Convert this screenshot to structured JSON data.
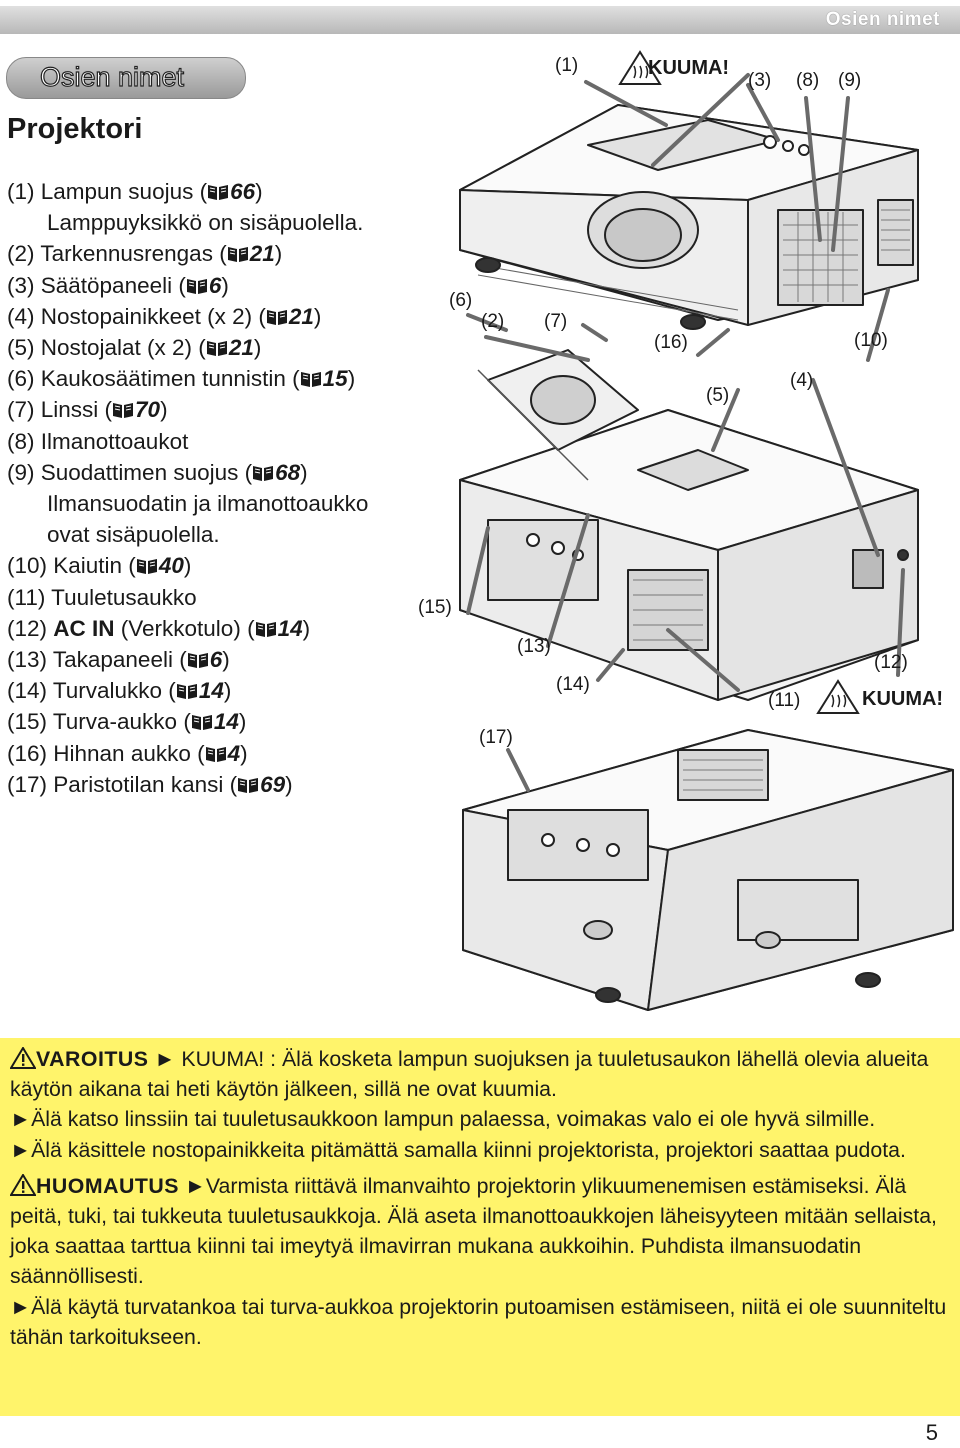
{
  "header": {
    "section_name": "Osien nimet"
  },
  "pill_label": "Osien nimet",
  "section_title": "Projektori",
  "parts": [
    {
      "pre": "(1) Lampun suojus (",
      "ref": "66",
      "post": ")",
      "cont": "Lamppuyksikkö on sisäpuolella."
    },
    {
      "pre": "(2) Tarkennusrengas (",
      "ref": "21",
      "post": ")"
    },
    {
      "pre": "(3) Säätöpaneeli (",
      "ref": "6",
      "post": ")"
    },
    {
      "pre": "(4) Nostopainikkeet (x 2) (",
      "ref": "21",
      "post": ")"
    },
    {
      "pre": "(5) Nostojalat (x 2) (",
      "ref": "21",
      "post": ")"
    },
    {
      "pre": "(6) Kaukosäätimen tunnistin (",
      "ref": "15",
      "post": ")"
    },
    {
      "pre": "(7) Linssi (",
      "ref": "70",
      "post": ")"
    },
    {
      "pre": "(8) Ilmanottoaukot"
    },
    {
      "pre": "(9) Suodattimen suojus (",
      "ref": "68",
      "post": ")",
      "cont": "Ilmansuodatin ja ilmanottoaukko",
      "cont2": "ovat sisäpuolella."
    },
    {
      "pre": "(10) Kaiutin (",
      "ref": "40",
      "post": ")"
    },
    {
      "pre": "(11) Tuuletusaukko"
    },
    {
      "pre": "(12) ",
      "bold": "AC IN",
      "mid": " (Verkkotulo) (",
      "ref": "14",
      "post": ")"
    },
    {
      "pre": "(13) Takapaneeli (",
      "ref": "6",
      "post": ")"
    },
    {
      "pre": "(14) Turvalukko (",
      "ref": "14",
      "post": ")"
    },
    {
      "pre": "(15) Turva-aukko (",
      "ref": "14",
      "post": ")"
    },
    {
      "pre": "(16) Hihnan aukko (",
      "ref": "4",
      "post": ")"
    },
    {
      "pre": "(17) Paristotilan kansi (",
      "ref": "69",
      "post": ")"
    }
  ],
  "diagram": {
    "hot_label": "KUUMA!",
    "callouts": [
      "(1)",
      "(2)",
      "(3)",
      "(4)",
      "(5)",
      "(6)",
      "(7)",
      "(8)",
      "(9)",
      "(10)",
      "(11)",
      "(12)",
      "(13)",
      "(14)",
      "(15)",
      "(16)",
      "(17)"
    ]
  },
  "warnings": {
    "warning_tag": "VAROITUS",
    "caution_tag": "HUOMAUTUS",
    "w1_lead": "KUUMA!",
    "w1_text": " : Älä kosketa lampun suojuksen ja tuuletusaukon lähellä olevia alueita käytön aikana tai heti käytön jälkeen, sillä ne ovat kuumia.",
    "w2": "Älä katso linssiin tai tuuletusaukkoon lampun palaessa, voimakas valo ei ole hyvä silmille.",
    "w3": "Älä käsittele nostopainikkeita pitämättä samalla kiinni projektorista, projektori saattaa pudota.",
    "c1": "Varmista riittävä ilmanvaihto projektorin ylikuumenemisen estämiseksi. Älä peitä, tuki, tai tukkeuta tuuletusaukkoja. Älä aseta ilmanottoaukkojen läheisyyteen mitään sellaista, joka saattaa tarttua kiinni tai imeytyä ilmavirran mukana aukkoihin. Puhdista ilmansuodatin säännöllisesti.",
    "c2": "Älä käytä turvatankoa tai turva-aukkoa projektorin putoamisen estämiseen, niitä ei ole suunniteltu tähän tarkoitukseen."
  },
  "page_number": "5",
  "colors": {
    "warning_bg": "#fff46b",
    "header_gray": "#b8b8b8",
    "text": "#1a1a1a"
  }
}
